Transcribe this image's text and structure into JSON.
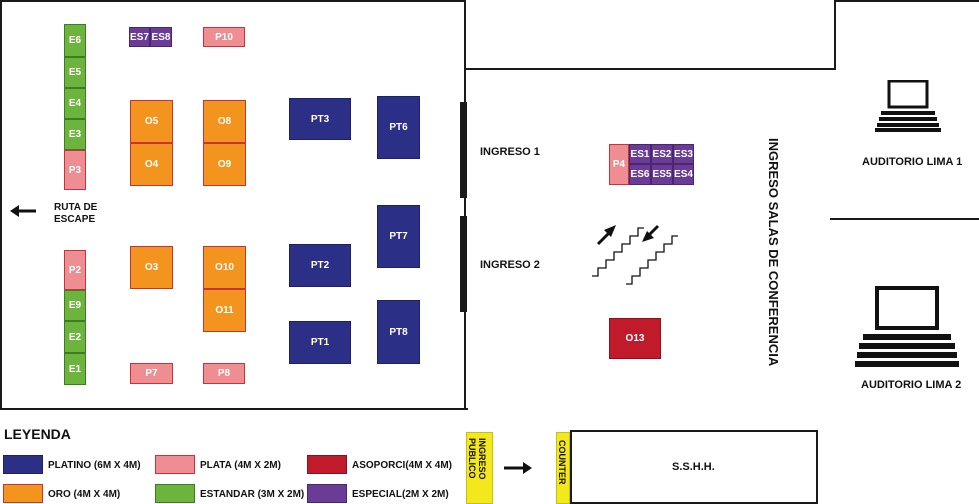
{
  "booths": {
    "E6": "E6",
    "E5": "E5",
    "E4": "E4",
    "E3": "E3",
    "P3": "P3",
    "P2": "P2",
    "E9": "E9",
    "E2": "E2",
    "E1": "E1",
    "ES7": "ES7",
    "ES8": "ES8",
    "P10": "P10",
    "O5": "O5",
    "O4": "O4",
    "O8": "O8",
    "O9": "O9",
    "O3": "O3",
    "O10": "O10",
    "O11": "O11",
    "P7": "P7",
    "P8": "P8",
    "PT3": "PT3",
    "PT6": "PT6",
    "PT2": "PT2",
    "PT7": "PT7",
    "PT1": "PT1",
    "PT8": "PT8",
    "P4": "P4",
    "ES1": "ES1",
    "ES2": "ES2",
    "ES3": "ES3",
    "ES6": "ES6",
    "ES5": "ES5",
    "ES4": "ES4",
    "O13": "O13"
  },
  "labels": {
    "ruta_escape_1": "RUTA DE",
    "ruta_escape_2": "ESCAPE",
    "ingreso1": "INGRESO 1",
    "ingreso2": "INGRESO 2",
    "ingreso_salas": "INGRESO SALAS DE CONFERENCIA",
    "auditorio1": "AUDITORIO LIMA 1",
    "auditorio2": "AUDITORIO LIMA 2",
    "ingreso_publico": "INGRESO PUBLICO",
    "counter": "COUNTER",
    "sshh": "S.S.H.H."
  },
  "legend": {
    "title": "LEYENDA",
    "platino": "PLATINO (6M X 4M)",
    "plata": "PLATA (4M X 2M)",
    "asoporci": "ASOPORCI(4M X 4M)",
    "oro": "ORO (4M X 4M)",
    "estandar": "ESTANDAR (3M X 2M)",
    "especial": "ESPECIAL(2M X 2M)"
  },
  "colors": {
    "platino": "#2b2f85",
    "oro": "#f3941f",
    "plata": "#ee8e93",
    "estandar": "#6db43f",
    "especial": "#6a3c96",
    "asoporci": "#c11a2b",
    "counter_yellow": "#f2e81c"
  }
}
